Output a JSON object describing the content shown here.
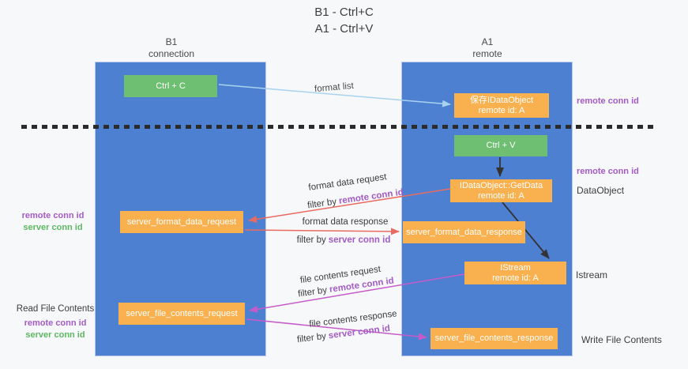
{
  "title": {
    "line1": "B1 - Ctrl+C",
    "line2": "A1 - Ctrl+V"
  },
  "lanes": {
    "left": {
      "name": "B1",
      "role": "connection"
    },
    "right": {
      "name": "A1",
      "role": "remote"
    }
  },
  "boxes": {
    "ctrl_c": {
      "label": "Ctrl + C"
    },
    "ctrl_v": {
      "label": "Ctrl + V"
    },
    "save_dataobject": {
      "line1": "保存IDataObject",
      "line2": "remote id: A"
    },
    "getdata": {
      "line1": "IDataObject::GetData",
      "line2": "remote id: A"
    },
    "istream": {
      "line1": "IStream",
      "line2": "remote id: A"
    },
    "server_format_data_request": {
      "label": "server_format_data_request"
    },
    "server_format_data_response": {
      "label": "server_format_data_response"
    },
    "server_file_contents_request": {
      "label": "server_file_contents_request"
    },
    "server_file_contents_response": {
      "label": "server_file_contents_response"
    }
  },
  "flow_labels": {
    "format_list": "format list",
    "format_data_request": "format data request",
    "format_data_response": "format data response",
    "file_contents_request": "file contents request",
    "file_contents_response": "file contents response",
    "filter_by": "filter by",
    "remote_conn_id": "remote conn id",
    "server_conn_id": "server conn id"
  },
  "annotations": {
    "right_top_remote_conn_id": "remote conn id",
    "right_mid_remote_conn_id": "remote conn id",
    "dataobject": "DataObject",
    "istream": "Istream",
    "write_file_contents": "Write File Contents",
    "left_mid_remote_conn_id": "remote conn id",
    "left_mid_server_conn_id": "server conn id",
    "read_file_contents": "Read File Contents",
    "left_bottom_remote_conn_id": "remote conn id",
    "left_bottom_server_conn_id": "server conn id"
  },
  "colors": {
    "lane_fill": "#4e80d2",
    "box_orange": "#f9b04e",
    "box_green": "#6fbf72",
    "arrow_blue": "#a9d2ef",
    "arrow_red": "#e96a60",
    "arrow_magenta": "#c55bc8",
    "arrow_black": "#333333",
    "text_purple": "#a35bc5",
    "text_green": "#5cb860",
    "background": "#f7f8fa"
  }
}
